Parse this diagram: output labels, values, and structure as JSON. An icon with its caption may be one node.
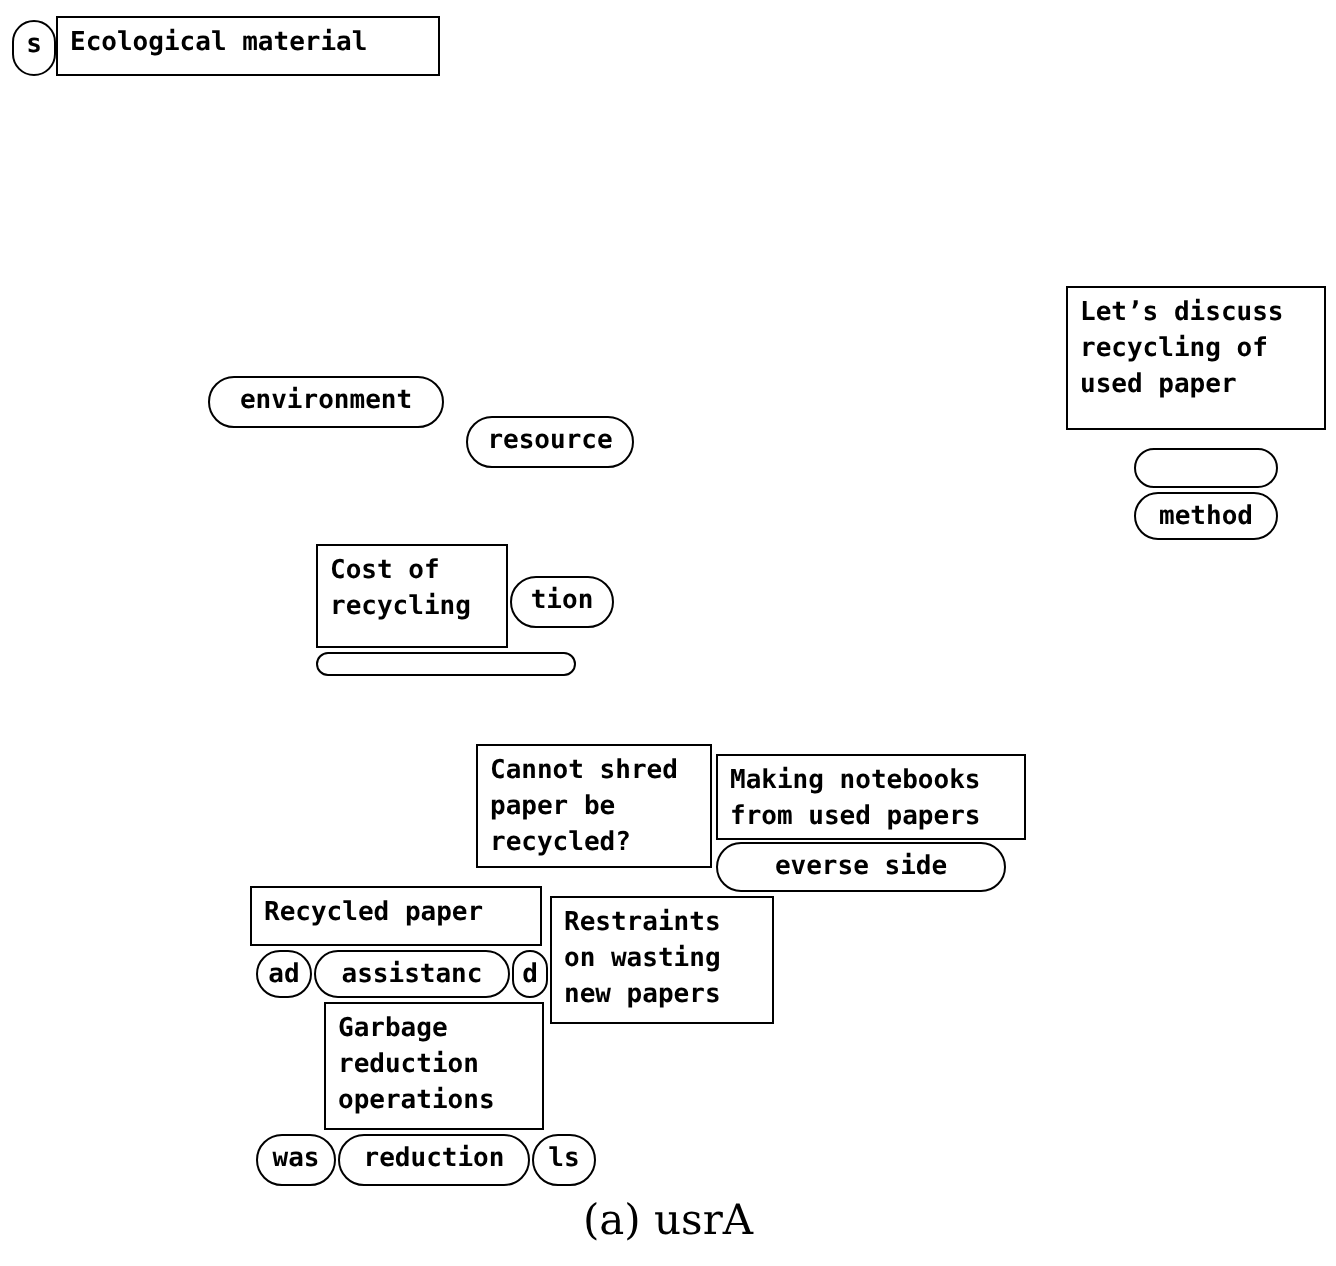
{
  "diagram": {
    "caption": "(a) usrA",
    "nodes": [
      {
        "text": [
          "s"
        ]
      },
      {
        "text": [
          "Ecological material"
        ]
      },
      {
        "text": [
          "Let’s discuss recycling of used paper"
        ]
      },
      {
        "text": [],
        "shape": "pill"
      },
      {
        "text": [
          "method"
        ]
      },
      {
        "text": [
          "environment"
        ]
      },
      {
        "text": [
          "resource"
        ]
      },
      {
        "text": [],
        "shape": "pill"
      },
      {
        "text": [
          "tion"
        ]
      },
      {
        "text": [
          "Cost of recycling"
        ]
      },
      {
        "text": [
          "everse side"
        ]
      },
      {
        "text": [
          "Cannot shred paper be recycled?"
        ]
      },
      {
        "text": [
          "Making notebooks from used papers"
        ]
      },
      {
        "text": [
          "ad"
        ]
      },
      {
        "text": [
          "assistanc"
        ]
      },
      {
        "text": [
          "Recycled paper"
        ]
      },
      {
        "text": [
          "d"
        ]
      },
      {
        "text": [
          "Restraints on wasting new papers"
        ]
      },
      {
        "text": [
          "was"
        ]
      },
      {
        "text": [
          "ls"
        ]
      },
      {
        "text": [
          "Garbage reduction operations"
        ]
      },
      {
        "text": [
          "reduction"
        ]
      }
    ]
  }
}
